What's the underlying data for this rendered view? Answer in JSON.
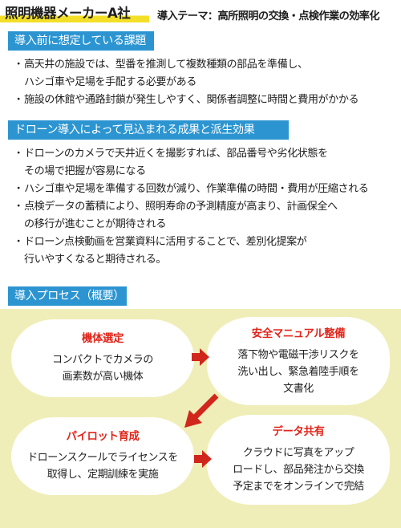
{
  "header": {
    "company": "照明機器メーカーA社",
    "theme": "導入テーマ：高所照明の交換・点検作業の効率化"
  },
  "sections": {
    "before": {
      "title": "導入前に想定している課題",
      "items": [
        {
          "lines": [
            "高天井の施設では、型番を推測して複数種類の部品を準備し、",
            "ハシゴ車や足場を手配する必要がある"
          ]
        },
        {
          "lines": [
            "施設の休館や通路封鎖が発生しやすく、関係者調整に時間と費用がかかる"
          ]
        }
      ]
    },
    "effects": {
      "title": "ドローン導入によって見込まれる成果と派生効果",
      "items": [
        {
          "lines": [
            "ドローンのカメラで天井近くを撮影すれば、部品番号や劣化状態を",
            "その場で把握が容易になる"
          ]
        },
        {
          "lines": [
            "ハシゴ車や足場を準備する回数が減り、作業準備の時間・費用が圧縮される"
          ]
        },
        {
          "lines": [
            "点検データの蓄積により、照明寿命の予測精度が高まり、計画保全へ",
            "の移行が進むことが期待される"
          ]
        },
        {
          "lines": [
            "ドローン点検動画を営業資料に活用することで、差別化提案が",
            "行いやすくなると期待される。"
          ]
        }
      ]
    },
    "process": {
      "title": "導入プロセス（概要）",
      "steps": [
        {
          "title": "機体選定",
          "lines": [
            "コンパクトでカメラの",
            "画素数が高い機体"
          ]
        },
        {
          "title": "安全マニュアル整備",
          "lines": [
            "落下物や電磁干渉リスクを",
            "洗い出し、緊急着陸手順を",
            "文書化"
          ]
        },
        {
          "title": "パイロット育成",
          "lines": [
            "ドローンスクールでライセンスを",
            "取得し、定期訓練を実施"
          ]
        },
        {
          "title": "データ共有",
          "lines": [
            "クラウドに写真をアップ",
            "ロードし、部品発注から交換",
            "予定までをオンラインで完結"
          ]
        }
      ]
    }
  },
  "bullet_glyph": "・",
  "colors": {
    "header_bar": "#2c95d1",
    "highlight": "#f3df27",
    "step_title": "#e0261b",
    "arrow": "#d0261c",
    "process_bg": "#f0eeb8"
  }
}
